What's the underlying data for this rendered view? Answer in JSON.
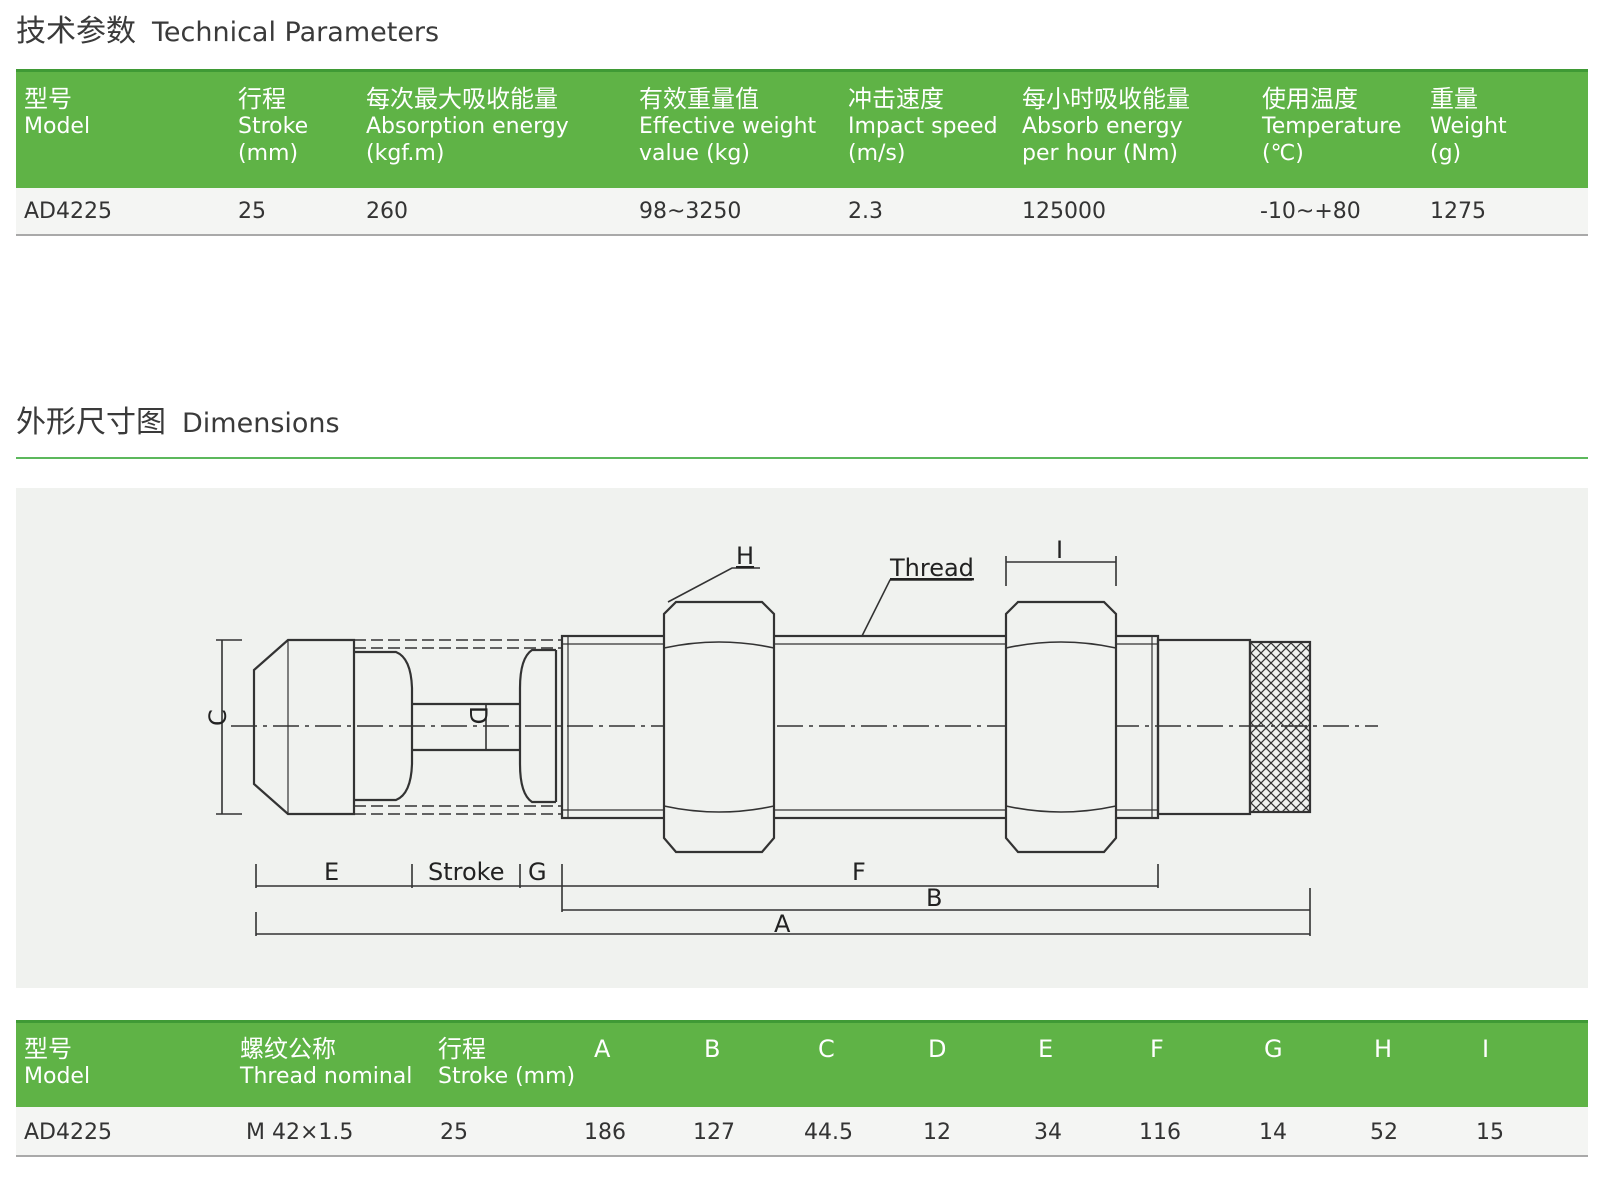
{
  "tech_section": {
    "title_cn": "技术参数",
    "title_en": "Technical Parameters"
  },
  "tech_table": {
    "headers": [
      {
        "cn": "型号",
        "en1": "Model",
        "en2": "",
        "en3": ""
      },
      {
        "cn": "行程",
        "en1": "Stroke",
        "en2": "(mm)",
        "en3": ""
      },
      {
        "cn": "每次最大吸收能量",
        "en1": "Absorption energy",
        "en2": "(kgf.m)",
        "en3": ""
      },
      {
        "cn": "有效重量值",
        "en1": "Effective weight",
        "en2": "value (kg)",
        "en3": ""
      },
      {
        "cn": "冲击速度",
        "en1": "Impact speed",
        "en2": "(m/s)",
        "en3": ""
      },
      {
        "cn": "每小时吸收能量",
        "en1": "Absorb energy",
        "en2": "per hour (Nm)",
        "en3": ""
      },
      {
        "cn": "使用温度",
        "en1": "Temperature",
        "en2": "(℃)",
        "en3": ""
      },
      {
        "cn": "重量",
        "en1": "Weight",
        "en2": "(g)",
        "en3": ""
      }
    ],
    "row": [
      "AD4225",
      "25",
      "260",
      "98~3250",
      "2.3",
      "125000",
      "-10~+80",
      "1275"
    ]
  },
  "dim_section": {
    "title_cn": "外形尺寸图",
    "title_en": "Dimensions"
  },
  "drawing_labels": {
    "H": "H",
    "Thread": "Thread",
    "I": "I",
    "C": "C",
    "D": "D",
    "E": "E",
    "Stroke": "Stroke",
    "G": "G",
    "F": "F",
    "B": "B",
    "A": "A"
  },
  "dim_table": {
    "headers": [
      {
        "cn": "型号",
        "en": "Model"
      },
      {
        "cn": "螺纹公称",
        "en": "Thread nominal"
      },
      {
        "cn": "行程",
        "en": "Stroke (mm)"
      },
      {
        "cn": "A",
        "en": ""
      },
      {
        "cn": "B",
        "en": ""
      },
      {
        "cn": "C",
        "en": ""
      },
      {
        "cn": "D",
        "en": ""
      },
      {
        "cn": "E",
        "en": ""
      },
      {
        "cn": "F",
        "en": ""
      },
      {
        "cn": "G",
        "en": ""
      },
      {
        "cn": "H",
        "en": ""
      },
      {
        "cn": "I",
        "en": ""
      }
    ],
    "row": [
      "AD4225",
      "M 42×1.5",
      "25",
      "186",
      "127",
      "44.5",
      "12",
      "34",
      "116",
      "14",
      "52",
      "15"
    ]
  },
  "colors": {
    "header_green": "#5fb346",
    "rule_green": "#5cb85c",
    "panel_bg": "#f0f2ef"
  }
}
